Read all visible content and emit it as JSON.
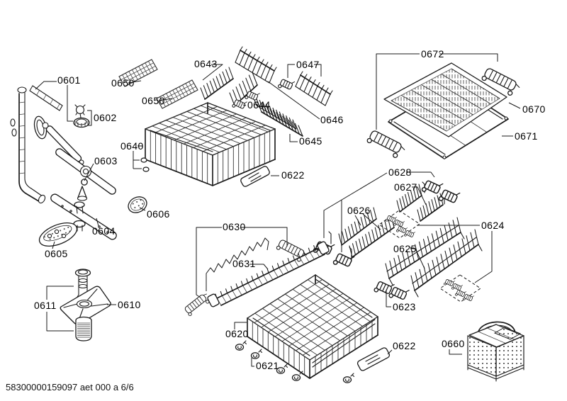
{
  "page": {
    "background": "#ffffff",
    "line_color": "#1a1a1a",
    "label_color": "#000000"
  },
  "footer": {
    "text": "58300000159097 aet 000 a 6/6"
  },
  "labels": {
    "l0601": "0601",
    "l0602": "0602",
    "l0603": "0603",
    "l0604": "0604",
    "l0605": "0605",
    "l0606": "0606",
    "l0610": "0610",
    "l0611": "0611",
    "l0620": "0620",
    "l0621": "0621",
    "l0622a": "0622",
    "l0622b": "0622",
    "l0623": "0623",
    "l0624": "0624",
    "l0625": "0625",
    "l0626": "0626",
    "l0627": "0627",
    "l0628": "0628",
    "l0630": "0630",
    "l0631": "0631",
    "l0640": "0640",
    "l0643": "0643",
    "l0644": "0644",
    "l0645": "0645",
    "l0646": "0646",
    "l0647": "0647",
    "l0650a": "0650",
    "l0650b": "0650",
    "l0660": "0660",
    "l0670": "0670",
    "l0671": "0671",
    "l0672": "0672"
  }
}
